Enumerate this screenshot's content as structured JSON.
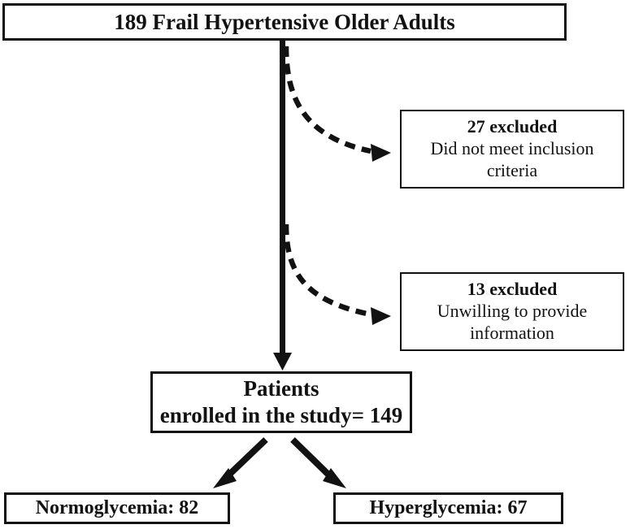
{
  "figure": {
    "type": "patient-flow-diagram",
    "title_box": {
      "label": "189 Frail Hypertensive Older Adults"
    },
    "exclusion_boxes": [
      {
        "count_label": "27 excluded",
        "reason": "Did not meet inclusion criteria"
      },
      {
        "count_label": "13 excluded",
        "reason": "Unwilling to provide information"
      }
    ],
    "enrolled_box": {
      "line1": "Patients",
      "line2": "enrolled in the study= 149"
    },
    "outcome_boxes": [
      {
        "label": "Normoglycemia: 82"
      },
      {
        "label": "Hyperglycemia: 67"
      }
    ],
    "colors": {
      "ink": "#121212",
      "background": "#ffffff"
    }
  }
}
